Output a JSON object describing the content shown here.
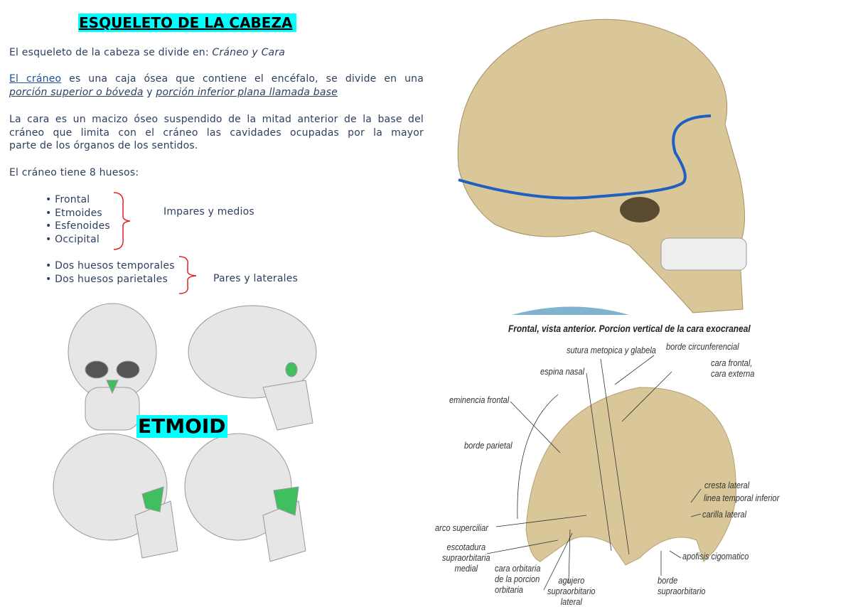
{
  "title": "ESQUELETO DE LA CABEZA",
  "intro": {
    "prefix": "El esqueleto de la cabeza se divide en: ",
    "emphasis": "Cráneo y Cara"
  },
  "craneo": {
    "link": "El cráneo",
    "line1_rest": " es una caja ósea que contiene el encéfalo, se divide en una",
    "part1": "porción superior o bóveda",
    "joiner": " y ",
    "part2": "porción inferior plana llamada base "
  },
  "cara": {
    "line1": "La cara es un macizo óseo suspendido de la mitad anterior de la base del",
    "line2": "cráneo que limita con el cráneo las cavidades ocupadas por la mayor",
    "line3": "parte de los órganos de los sentidos."
  },
  "huesos_intro": "El cráneo tiene 8 huesos:",
  "impares": {
    "items": [
      "• Frontal",
      "• Etmoides",
      "• Esfenoides",
      "• Occipital"
    ],
    "label": "Impares y medios"
  },
  "pares": {
    "items": [
      "• Dos huesos temporales",
      "• Dos huesos parietales"
    ],
    "label": "Pares y laterales"
  },
  "etmoid_label": "ETMOID",
  "frontal_figure": {
    "caption": "Frontal, vista anterior. Porcion vertical de la cara exocraneal",
    "labels": {
      "sutura": "sutura metopica y glabela",
      "borde_circ": "borde circunferencial",
      "cara_frontal_1": "cara frontal,",
      "cara_frontal_2": "cara externa",
      "espina": "espina nasal",
      "eminencia": "eminencia frontal",
      "borde_parietal": "borde parietal",
      "cresta": "cresta lateral",
      "linea": "linea temporal inferior",
      "carilla": "carilla lateral",
      "arco": "arco superciliar",
      "escotadura_1": "escotadura",
      "escotadura_2": "supraorbitaria",
      "escotadura_3": "medial",
      "cara_orb_1": "cara orbitaria",
      "cara_orb_2": "de la porcion",
      "cara_orb_3": "orbitaria",
      "agujero_1": "agujero",
      "agujero_2": "supraorbitario",
      "agujero_3": "lateral",
      "apofisis": "apofisis cigomatico",
      "borde_supra_1": "borde",
      "borde_supra_2": "supraorbitario"
    }
  },
  "colors": {
    "highlight": "#00ffff",
    "text": "#2d3f5e",
    "bone": "#d9c79a",
    "brace": "#e02020",
    "outline": "#1f5fbf",
    "ethmoid": "#3fbf5f"
  }
}
